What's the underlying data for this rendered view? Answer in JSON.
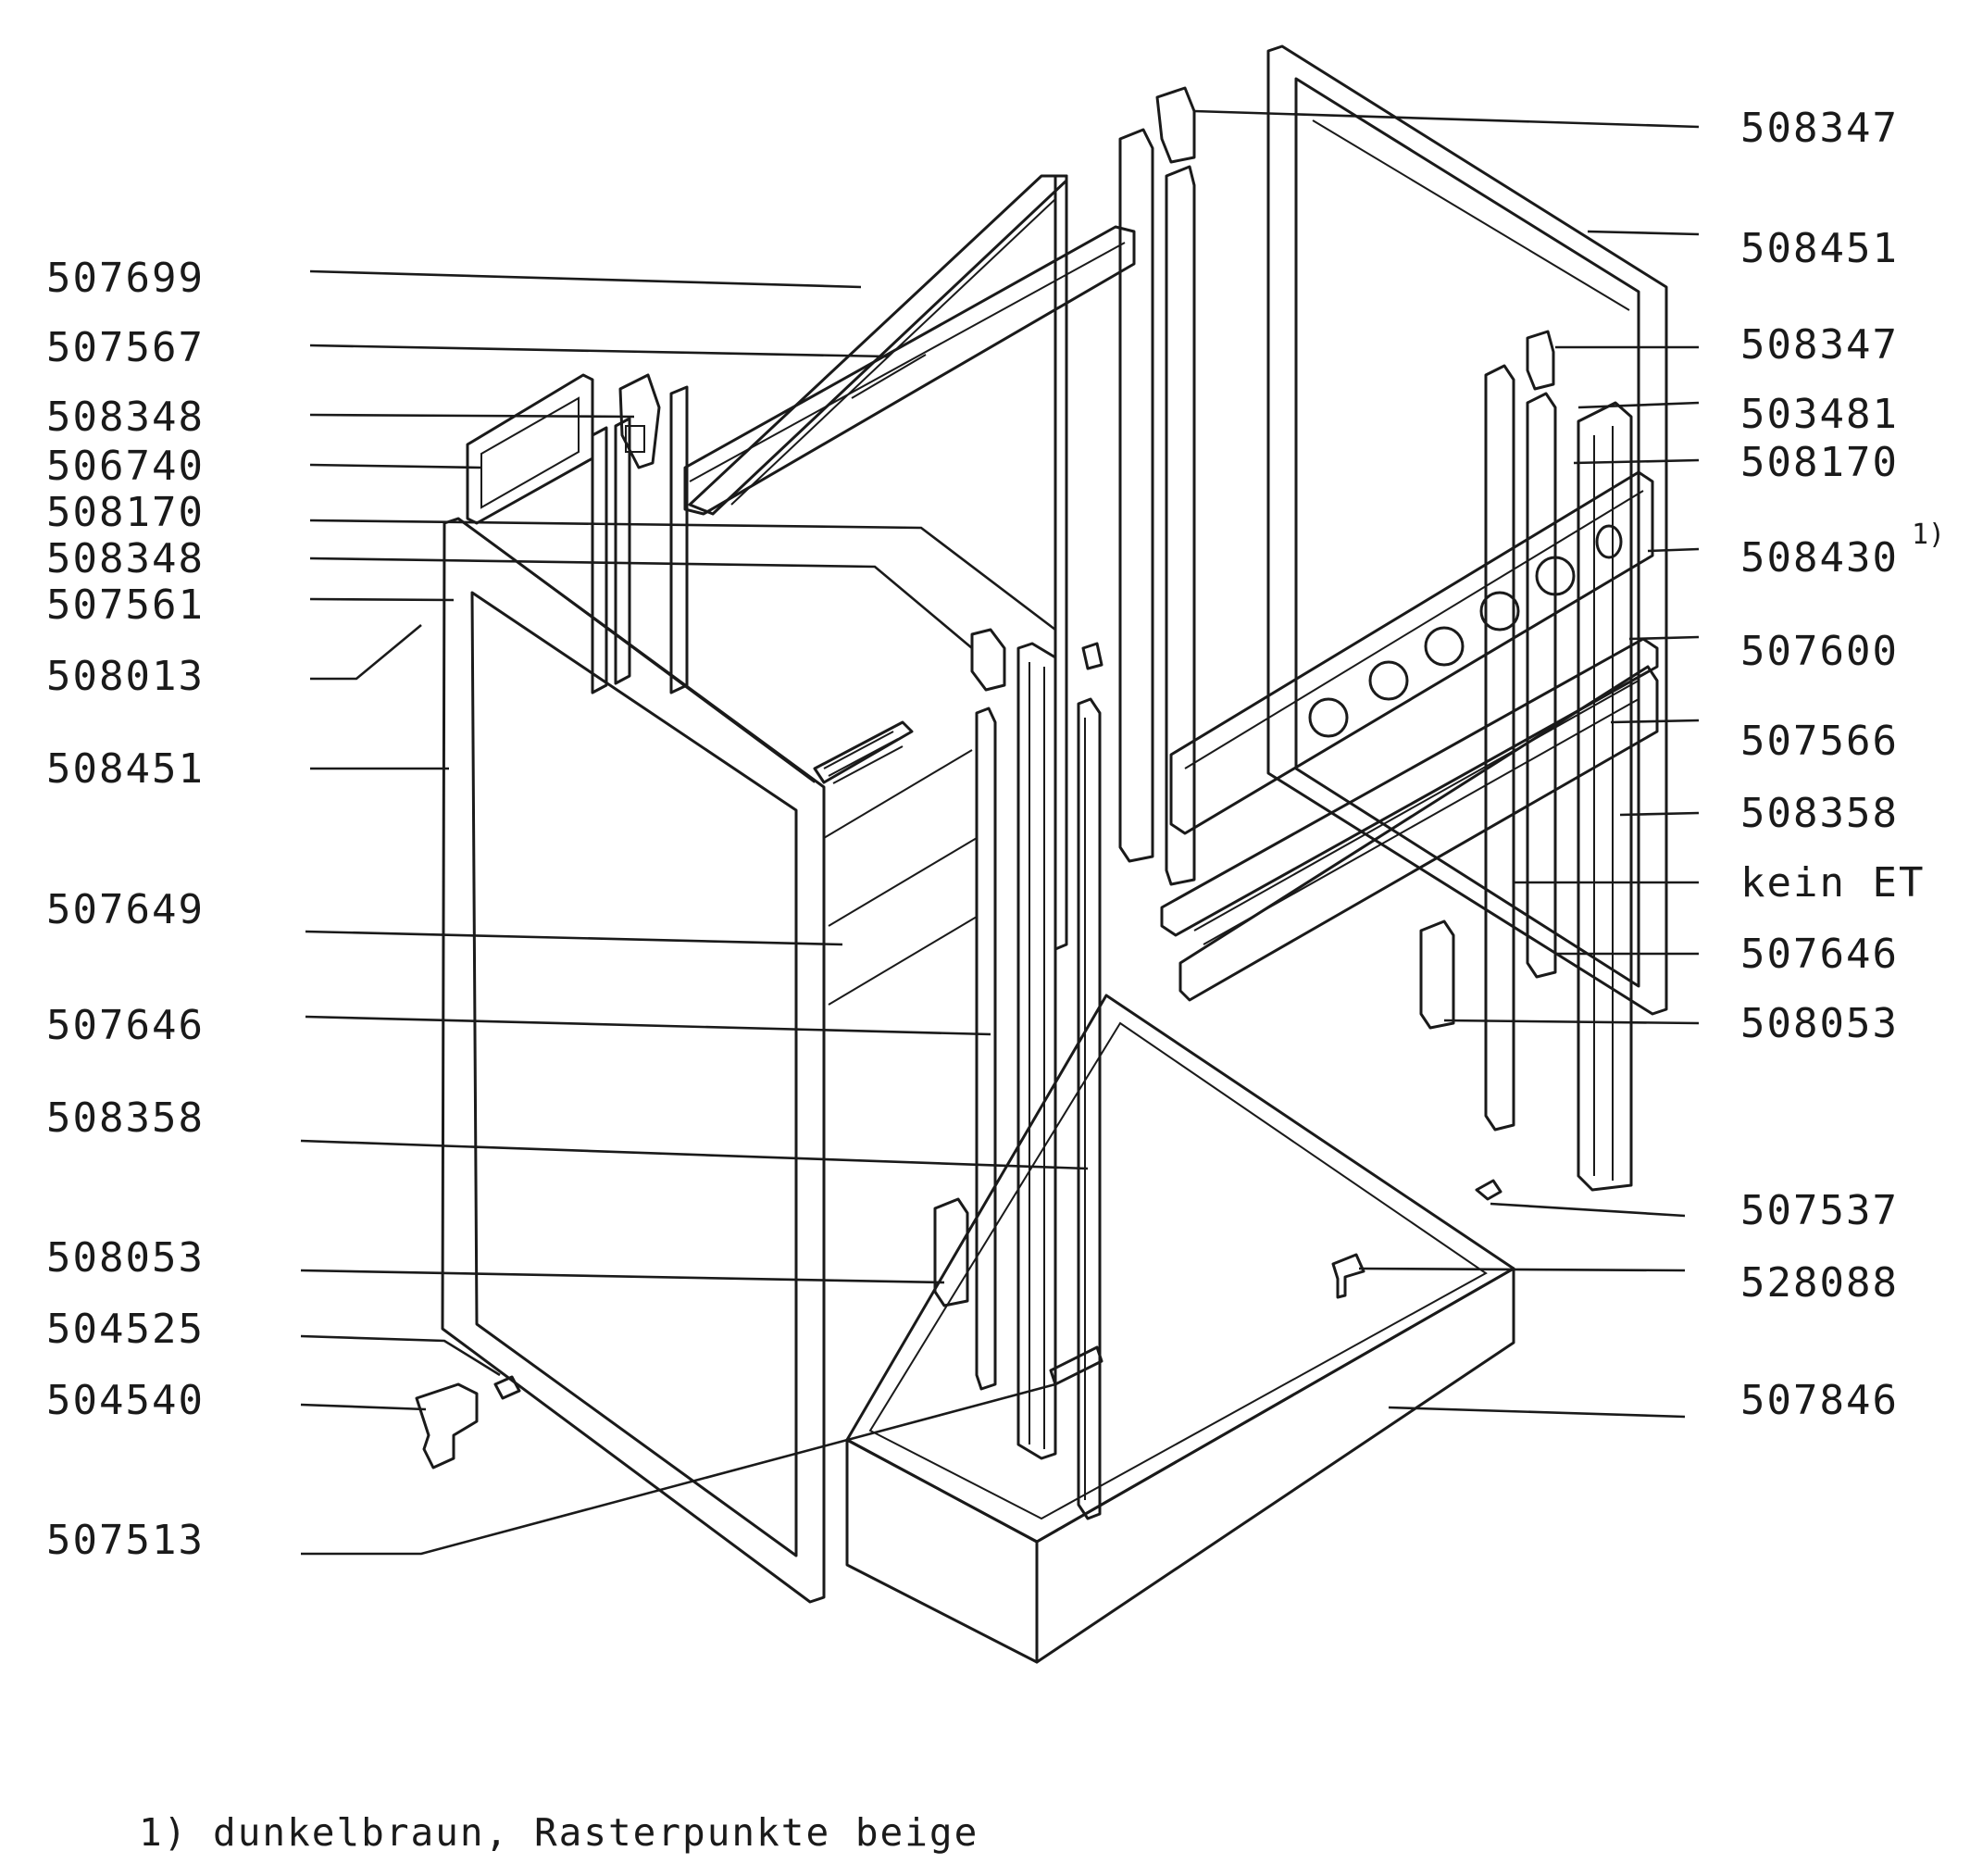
{
  "diagram": {
    "left_labels": [
      "507699",
      "507567",
      "508348",
      "506740",
      "508170",
      "508348",
      "507561",
      "508013",
      "508451",
      "507649",
      "507646",
      "508358",
      "508053",
      "504525",
      "504540",
      "507513"
    ],
    "right_labels": [
      "508347",
      "508451",
      "508347",
      "503481",
      "508170",
      "508430",
      "507600",
      "507566",
      "508358",
      "kein ET",
      "507646",
      "508053",
      "507537",
      "528088",
      "507846"
    ],
    "footnote_marker": "1)",
    "footnote": "1) dunkelbraun, Rasterpunkte beige"
  }
}
